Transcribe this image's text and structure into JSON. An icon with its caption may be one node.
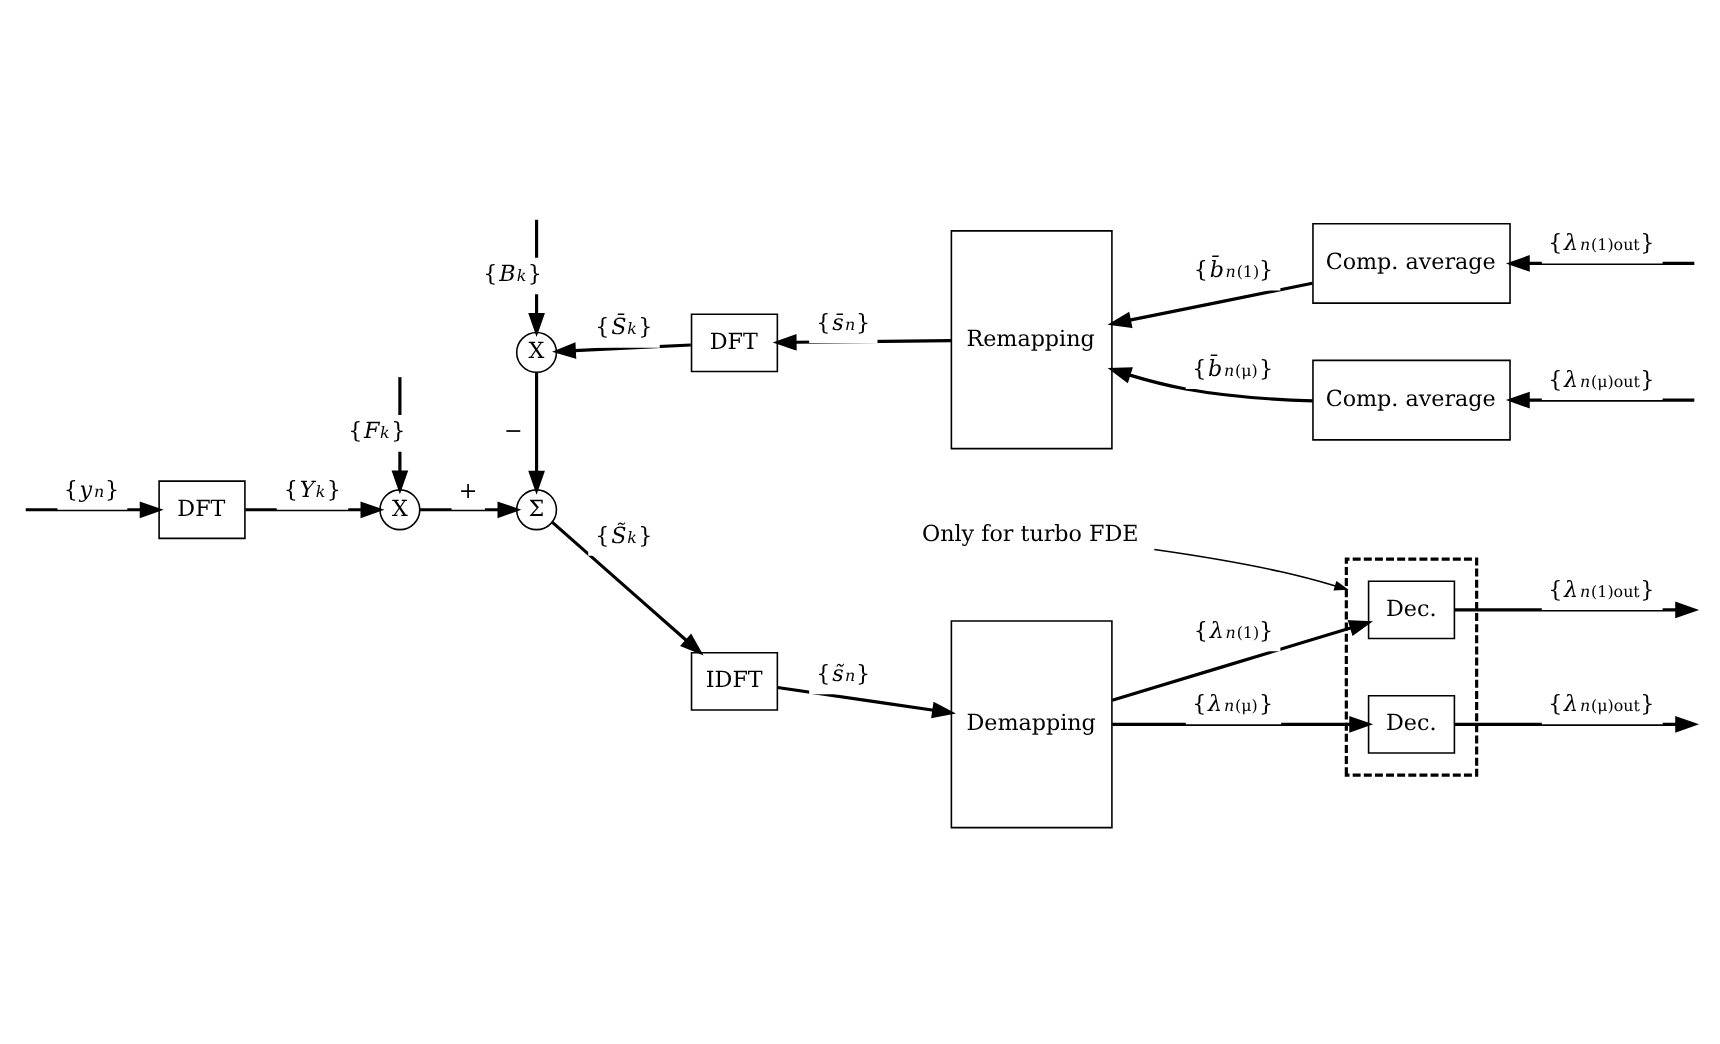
{
  "diagram": {
    "nodes": [
      {
        "text": [
          "DFT"
        ]
      },
      {
        "text": [
          "X"
        ]
      },
      {
        "text": [
          "Σ"
        ]
      },
      {
        "text": [
          "IDFT"
        ]
      },
      {
        "text": [
          "Demapping"
        ]
      },
      {
        "text": [
          "Only for turbo FDE"
        ]
      },
      {
        "text": [],
        "shape": "box"
      },
      {
        "text": [
          "Dec."
        ],
        "in": 6
      },
      {
        "text": [
          "Dec."
        ],
        "in": 6
      },
      {
        "text": [
          "Remapping"
        ]
      },
      {
        "text": [
          "Comp. average"
        ]
      },
      {
        "text": [
          "Comp. average"
        ]
      },
      {
        "text": [
          "DFT"
        ]
      },
      {
        "text": [
          "X"
        ]
      }
    ],
    "edges": [
      {
        "from": null,
        "to": 0,
        "arrow": "to",
        "label": "{*y*$_{n}$}"
      },
      {
        "from": 0,
        "to": 1,
        "arrow": "to",
        "label": "{*Y*$_{k}$}"
      },
      {
        "from": null,
        "to": 1,
        "arrow": "to",
        "label": "{*F*$_{k}$}"
      },
      {
        "from": 1,
        "to": 2,
        "arrow": "to",
        "label": "+"
      },
      {
        "from": 2,
        "to": 3,
        "arrow": "to",
        "label": "{*S̃*$_{k}$}"
      },
      {
        "from": 3,
        "to": 4,
        "arrow": "to",
        "label": "{*s̃*$_{n}$}"
      },
      {
        "from": 4,
        "to": 7,
        "arrow": "to",
        "label": "{*λ*$_{n}$$^{(1)}$}"
      },
      {
        "from": 4,
        "to": 8,
        "arrow": "to",
        "label": "{*λ*$_{n}$$^{(μ)}$}"
      },
      {
        "from": 7,
        "to": null,
        "arrow": "to",
        "label": "{*λ*$_{n}$$^{(1)out}$}"
      },
      {
        "from": 8,
        "to": null,
        "arrow": "to",
        "label": "{*λ*$_{n}$$^{(μ)out}$}"
      },
      {
        "from": 5,
        "to": 6,
        "arrow": "to"
      },
      {
        "from": null,
        "to": 10,
        "arrow": "to",
        "label": "{*λ*$_{n}$$^{(1)out}$}"
      },
      {
        "from": null,
        "to": 11,
        "arrow": "to",
        "label": "{*λ*$_{n}$$^{(μ)out}$}"
      },
      {
        "from": 10,
        "to": 9,
        "arrow": "to",
        "label": "{*b̄*$_{n}$$^{(1)}$}"
      },
      {
        "from": 11,
        "to": 9,
        "arrow": "to",
        "label": "{*b̄*$_{n}$$^{(μ)}$}"
      },
      {
        "from": 9,
        "to": 12,
        "arrow": "to",
        "label": "{*s̄*$_{n}$}"
      },
      {
        "from": 12,
        "to": 13,
        "arrow": "to",
        "label": "{*S̄*$_{k}$}"
      },
      {
        "from": null,
        "to": 13,
        "arrow": "to",
        "label": "{*B*$_{k}$}"
      },
      {
        "from": 13,
        "to": 2,
        "arrow": "to",
        "label": "−"
      }
    ]
  }
}
